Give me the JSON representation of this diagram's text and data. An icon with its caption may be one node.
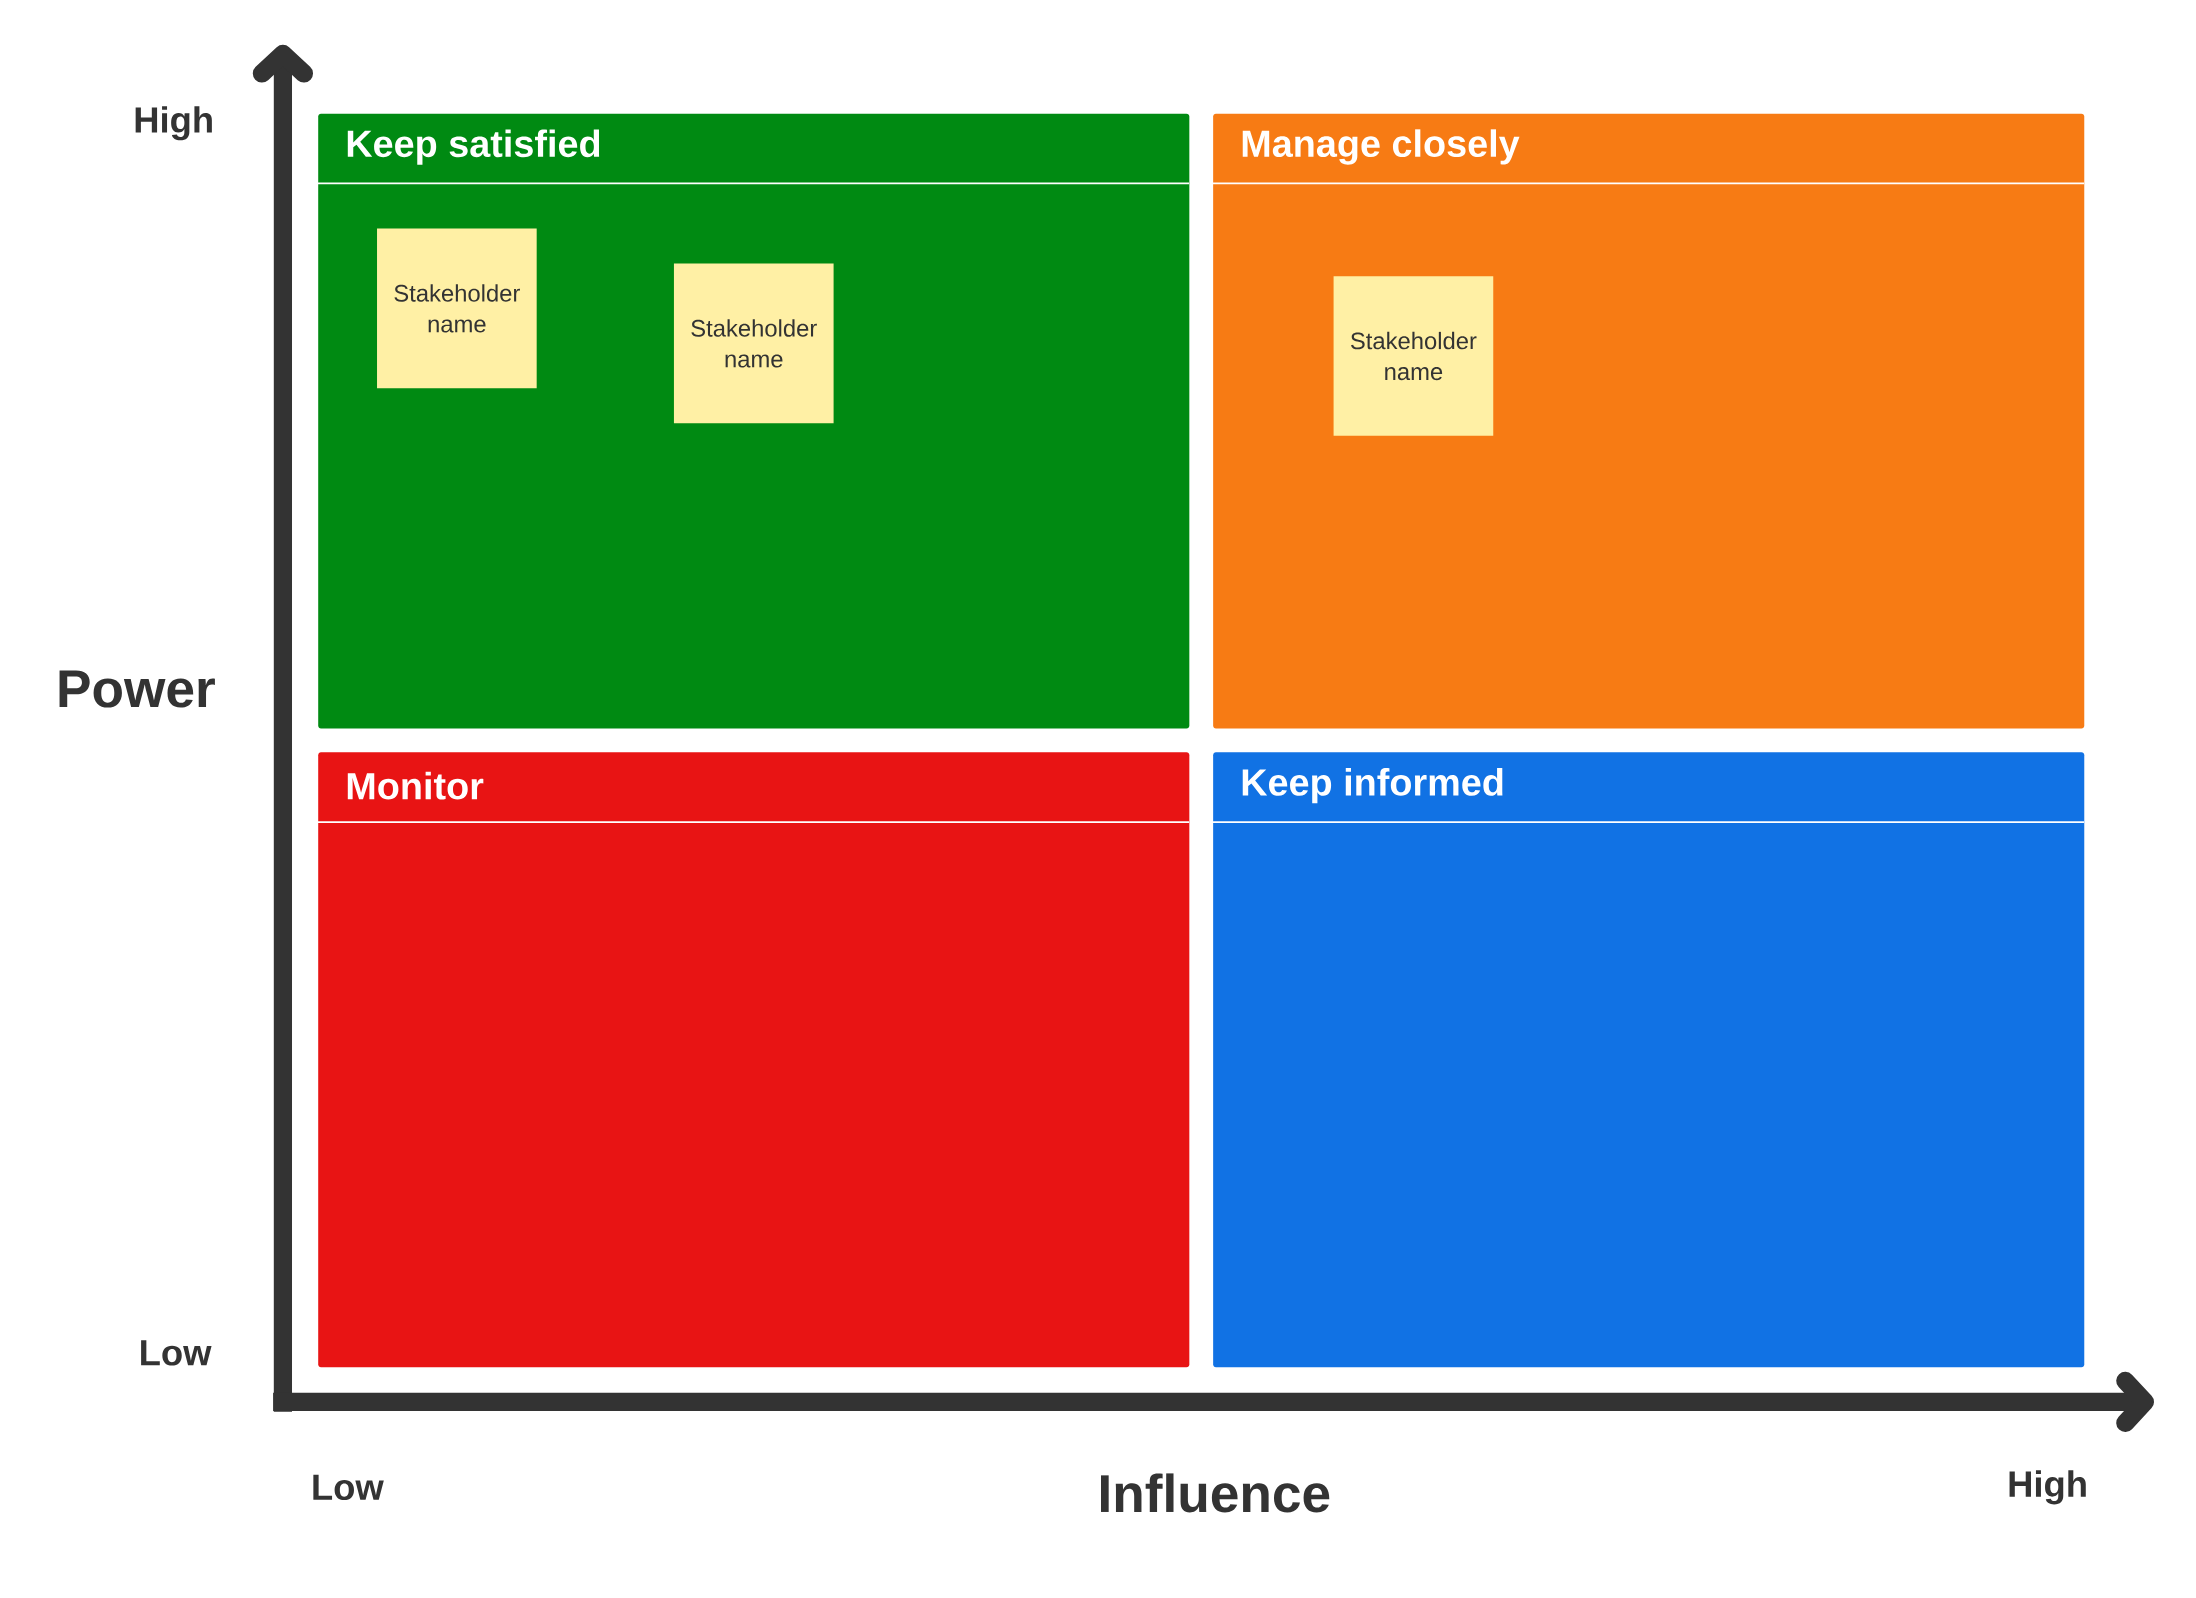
{
  "diagram": {
    "nodes": [
      {
        "text": [
          "Keep satisfied"
        ]
      },
      {
        "text": [
          "Stakeholder name"
        ],
        "in": 0
      },
      {
        "text": [
          "Stakeholder name"
        ],
        "in": 0
      },
      {
        "text": [
          "Manage closely"
        ]
      },
      {
        "text": [
          "Stakeholder name"
        ],
        "in": 3
      },
      {
        "text": [
          "Monitor"
        ]
      },
      {
        "text": [
          "Keep informed"
        ]
      }
    ],
    "labels": [
      "High",
      "Power",
      "Low",
      "Low",
      "Influence",
      "High"
    ]
  }
}
